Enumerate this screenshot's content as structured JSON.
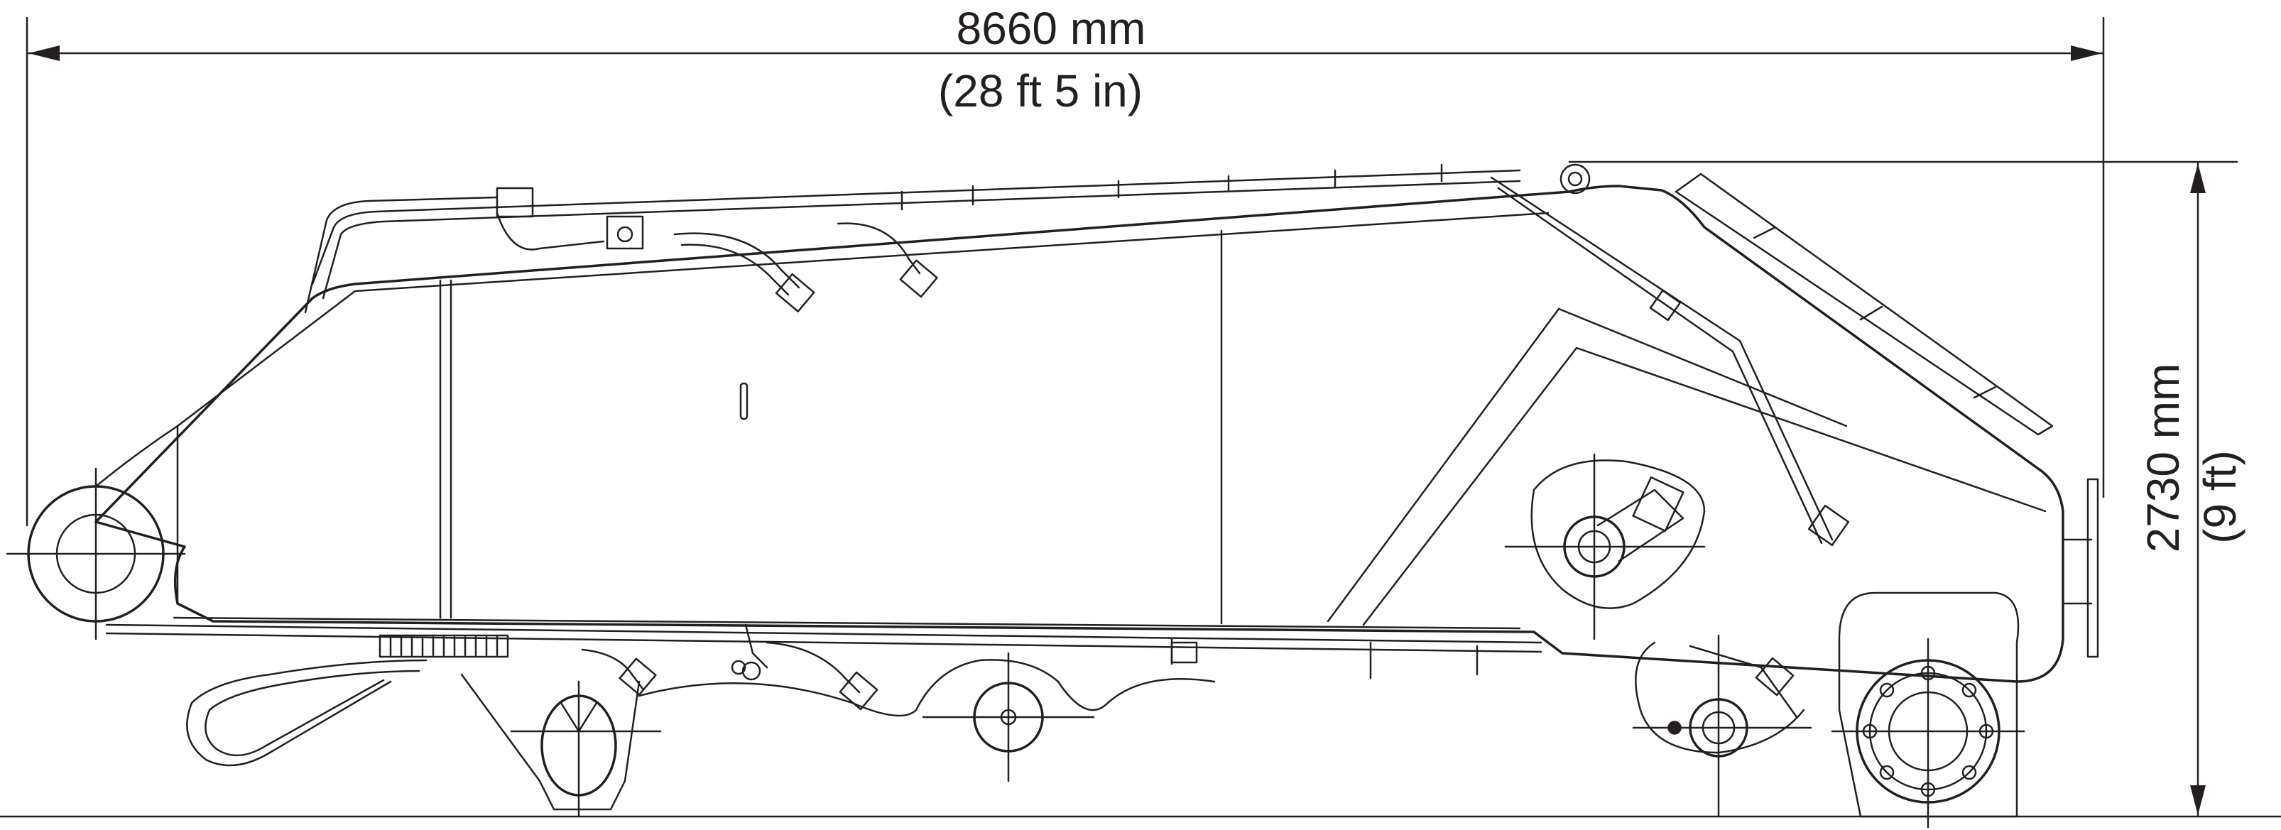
{
  "dimensions": {
    "length_metric": "8660 mm",
    "length_imperial": "(28 ft 5 in)",
    "height_metric": "2730 mm",
    "height_imperial": "(9 ft)"
  },
  "colors": {
    "line": "#231f20",
    "background": "#ffffff"
  }
}
